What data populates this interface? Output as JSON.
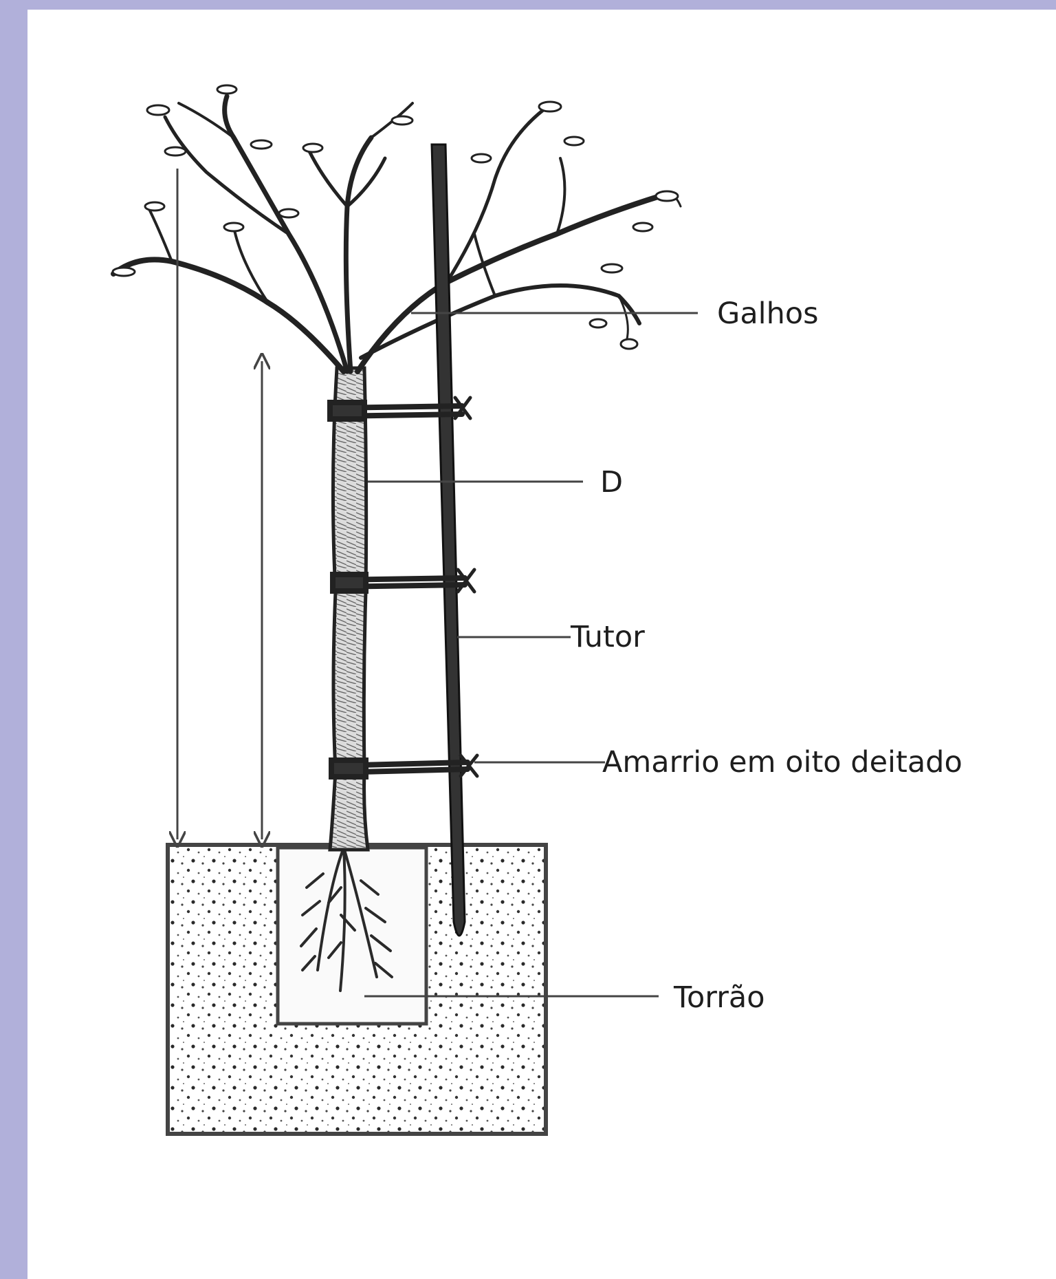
{
  "labels": {
    "galhos": "Galhos",
    "d": "D",
    "tutor": "Tutor",
    "amarrio": "Amarrio em oito deitado",
    "torrao": "Torrão"
  },
  "colors": {
    "frame": "#b1b0da",
    "background": "#ffffff",
    "ink": "#1e1e1e"
  }
}
